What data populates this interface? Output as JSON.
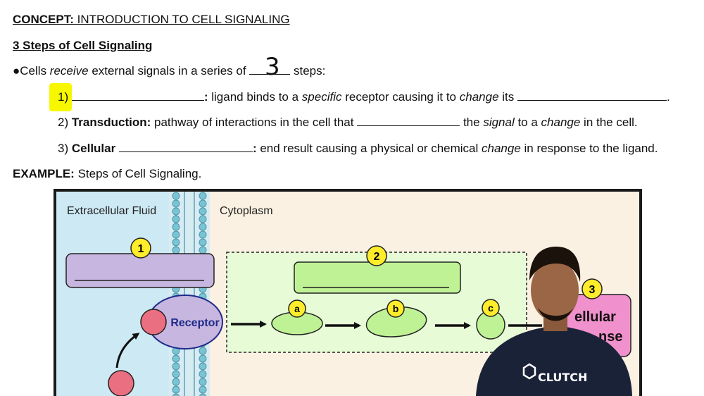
{
  "concept_prefix": "CONCEPT:",
  "concept_title": "INTRODUCTION TO CELL SIGNALING",
  "section_title": "3 Steps of Cell Signaling",
  "bullet": {
    "mark": "●",
    "p1": "Cells ",
    "receive": "receive",
    "p2": " external signals in a series of ",
    "handwritten_answer": "3",
    "p3": " steps:"
  },
  "steps": [
    {
      "num": "1)",
      "term": "",
      "colon": ":",
      "text_a": " ligand binds to a ",
      "ital_a": "specific",
      "text_b": " receptor causing it to ",
      "ital_b": "change",
      "text_c": " its ",
      "end": "."
    },
    {
      "num": "2)",
      "term": "Transduction:",
      "text_a": " pathway of interactions in the cell that ",
      "text_b": " the ",
      "ital_a": "signal",
      "text_c": " to a ",
      "ital_b": "change",
      "text_d": " in the cell."
    },
    {
      "num": "3)",
      "term": "Cellular",
      "colon": ":",
      "text_a": " end result causing a physical or chemical ",
      "ital_a": "change",
      "text_b": " in response to the ligand."
    }
  ],
  "example_prefix": "EXAMPLE:",
  "example_text": " Steps of Cell Signaling.",
  "figure": {
    "extracellular_label": "Extracellular Fluid",
    "cytoplasm_label": "Cytoplasm",
    "receptor_label": "Receptor",
    "markers": [
      "1",
      "2",
      "3"
    ],
    "sub_markers": [
      "a",
      "b",
      "c"
    ],
    "response_label_1": "ellular",
    "response_label_2": "nse"
  },
  "logo_text": "CLUTCH",
  "colors": {
    "extracellular": "#cde9f4",
    "cytoplasm": "#fbf1e2",
    "purple": "#c7b6df",
    "green": "#bff294",
    "green_box": "#e6fbd6",
    "pink": "#f090cd",
    "marker_yellow": "#ffed2b",
    "red_ligand": "#ea6f80",
    "highlight": "#f7f700"
  }
}
